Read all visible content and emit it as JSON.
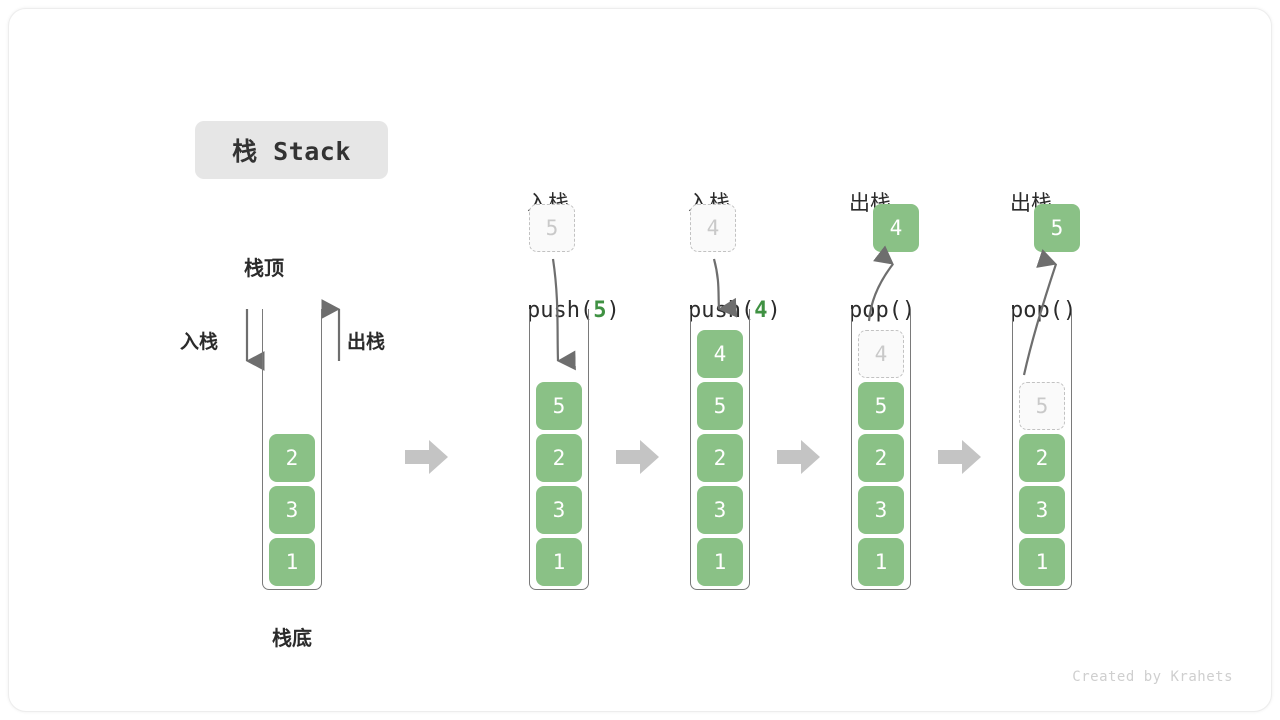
{
  "title": {
    "text": "栈 Stack"
  },
  "footer": {
    "credit": "Created by Krahets"
  },
  "colors": {
    "element_green": "#8ac186",
    "accent_green": "#3f9142",
    "ghost_border": "#c2c2c2",
    "tube_border": "#7a7a7a",
    "step_arrow": "#c4c4c4",
    "chip_bg": "#e6e6e6",
    "text": "#2b2b2b"
  },
  "annotations": {
    "top_label": "栈顶",
    "bottom_label": "栈底",
    "push_label": "入栈",
    "pop_label": "出栈"
  },
  "stages": [
    {
      "id": "initial",
      "head_cn": "",
      "head_code_prefix": "",
      "head_code_arg": "",
      "head_code_suffix": "",
      "cells": [
        "1",
        "3",
        "2"
      ],
      "ghost_index": -1,
      "float_box": null
    },
    {
      "id": "push-5",
      "head_cn": "入栈",
      "head_code_prefix": "push(",
      "head_code_arg": "5",
      "head_code_suffix": ")",
      "cells": [
        "1",
        "3",
        "2",
        "5"
      ],
      "ghost_index": -1,
      "float_box": {
        "value": "5",
        "style": "ghost",
        "direction": "down"
      }
    },
    {
      "id": "push-4",
      "head_cn": "入栈",
      "head_code_prefix": "push(",
      "head_code_arg": "4",
      "head_code_suffix": ")",
      "cells": [
        "1",
        "3",
        "2",
        "5",
        "4"
      ],
      "ghost_index": -1,
      "float_box": {
        "value": "4",
        "style": "ghost",
        "direction": "down"
      }
    },
    {
      "id": "pop-4",
      "head_cn": "出栈",
      "head_code_prefix": "pop(",
      "head_code_arg": "",
      "head_code_suffix": ")",
      "cells": [
        "1",
        "3",
        "2",
        "5",
        "4"
      ],
      "ghost_index": 4,
      "float_box": {
        "value": "4",
        "style": "filled",
        "direction": "up"
      }
    },
    {
      "id": "pop-5",
      "head_cn": "出栈",
      "head_code_prefix": "pop(",
      "head_code_arg": "",
      "head_code_suffix": ")",
      "cells": [
        "1",
        "3",
        "2",
        "5"
      ],
      "ghost_index": 3,
      "float_box": {
        "value": "5",
        "style": "filled",
        "direction": "up"
      }
    }
  ]
}
